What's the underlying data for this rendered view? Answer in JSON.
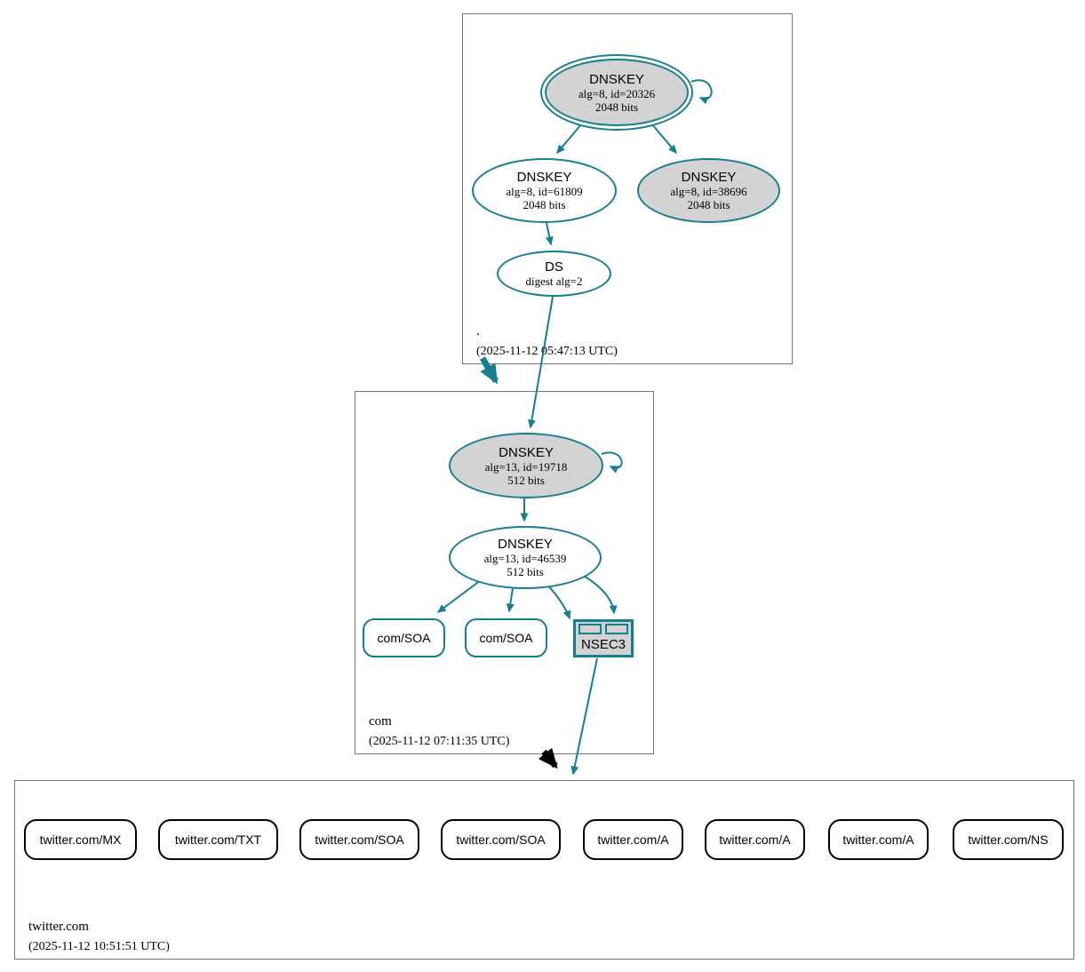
{
  "diagram": {
    "zones": {
      "root": {
        "name": ".",
        "timestamp": "(2025-11-12 05:47:13 UTC)"
      },
      "com": {
        "name": "com",
        "timestamp": "(2025-11-12 07:11:35 UTC)"
      },
      "twitter": {
        "name": "twitter.com",
        "timestamp": "(2025-11-12 10:51:51 UTC)"
      }
    },
    "nodes": {
      "root_ksk": {
        "title": "DNSKEY",
        "detail1": "alg=8, id=20326",
        "detail2": "2048 bits"
      },
      "root_zsk": {
        "title": "DNSKEY",
        "detail1": "alg=8, id=61809",
        "detail2": "2048 bits"
      },
      "root_ksk2": {
        "title": "DNSKEY",
        "detail1": "alg=8, id=38696",
        "detail2": "2048 bits"
      },
      "root_ds": {
        "title": "DS",
        "detail1": "digest alg=2"
      },
      "com_ksk": {
        "title": "DNSKEY",
        "detail1": "alg=13, id=19718",
        "detail2": "512 bits"
      },
      "com_zsk": {
        "title": "DNSKEY",
        "detail1": "alg=13, id=46539",
        "detail2": "512 bits"
      },
      "com_soa1": {
        "label": "com/SOA"
      },
      "com_soa2": {
        "label": "com/SOA"
      },
      "com_nsec3": {
        "label": "NSEC3"
      },
      "twitter_rrsets": [
        "twitter.com/MX",
        "twitter.com/TXT",
        "twitter.com/SOA",
        "twitter.com/SOA",
        "twitter.com/A",
        "twitter.com/A",
        "twitter.com/A",
        "twitter.com/NS"
      ]
    },
    "colors": {
      "secure_edge": "#147f8f",
      "insecure_edge": "#000000",
      "node_fill_gray": "#d3d3d3",
      "zone_box_border": "#777777",
      "rrset_border": "#000000"
    }
  }
}
